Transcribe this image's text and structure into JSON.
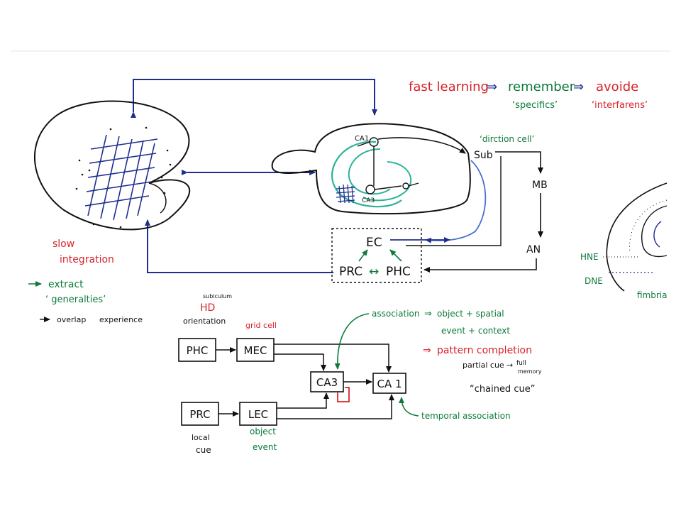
{
  "colors": {
    "ink": "#111111",
    "blue": "#1f2f8f",
    "red": "#d8232a",
    "green": "#0d7a3a",
    "teal": "#2db39a",
    "light_blue": "#4a6fd0"
  },
  "top_right": {
    "fast_learning": "fast learning",
    "arrow1": "⇒",
    "remember": "remember",
    "arrow2": "⇒",
    "avoide": "avoide",
    "specifics": "‘specifics’",
    "interfarens": "‘interfarens’"
  },
  "hippocampus": {
    "ca1": "CA1",
    "ca3": "CA3",
    "sub": "Sub",
    "direction_cell": "‘dirction cell’",
    "mb": "MB",
    "an": "AN",
    "ec": "EC",
    "prc": "PRC",
    "phc": "PHC",
    "double_arrow": "↔"
  },
  "cortex_notes": {
    "slow": "slow",
    "integration": "integration",
    "extract": "extract",
    "generalities": "‘ generalties’",
    "overlap": "overlap",
    "experience": "experience"
  },
  "right_section": {
    "hne": "HNE",
    "dne": "DNE",
    "fimbria": "fimbria"
  },
  "circuit": {
    "subiculum": "subiculum",
    "hd": "HD",
    "orientation": "orientation",
    "grid_cell": "grid cell",
    "phc": "PHC",
    "mec": "MEC",
    "prc": "PRC",
    "lec": "LEC",
    "ca3": "CA3",
    "ca1": "CA 1",
    "local": "local",
    "cue": "cue",
    "object": "object",
    "event": "event",
    "association": "association",
    "assoc_arrow": "⇒",
    "object_spatial": "object + spatial",
    "event_context": "event + context",
    "pc_arrow": "⇒",
    "pattern_completion": "pattern completion",
    "partial_cue": "partial cue",
    "pc_small_arrow": "→",
    "full": "full",
    "memory": "memory",
    "chained_cue": "“chained cue”",
    "temporal_association": "temporal association"
  }
}
